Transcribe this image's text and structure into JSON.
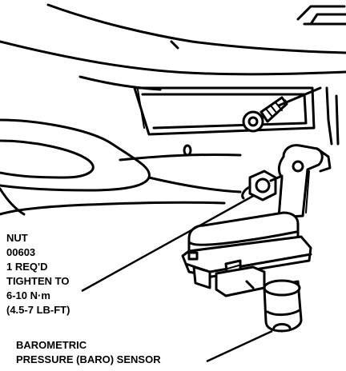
{
  "labels": {
    "nut": {
      "lines": [
        "NUT",
        "00603",
        "1 REQ'D",
        "TIGHTEN TO",
        "6-10 N·m",
        "(4.5-7 LB-FT)"
      ]
    },
    "sensor": {
      "lines": [
        "BAROMETRIC",
        "PRESSURE (BARO) SENSOR"
      ]
    }
  }
}
